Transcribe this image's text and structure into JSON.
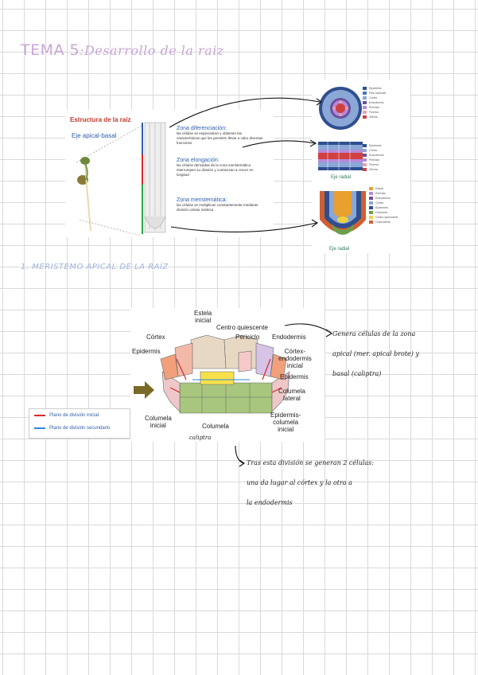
{
  "title": {
    "part1": "TEMA 5",
    "part2": ":Desarrollo de la raiz"
  },
  "section_heading": "1. MERISTEMO APICAL DE LA RAÍZ",
  "figure1": {
    "heading": "Estructura de la raíz",
    "axis_label": "Eje apical-basal",
    "zones": [
      {
        "title": "Zona diferenciación:",
        "text": "las células se especializan y obtienen las características que les permiten llevar a cabo diversas funciones"
      },
      {
        "title": "Zona elongación:",
        "text": "las células derivadas de la zona meristemática interrumpen su división y comienzan a crecer en longitud"
      },
      {
        "title": "Zona meristemática:",
        "text": "las células se multiplican constantemente mediante división celular mitótica"
      }
    ]
  },
  "figure2": {
    "legend_top": [
      {
        "label": "Epidermis",
        "color": "#2f4f8f"
      },
      {
        "label": "Pelo radicular",
        "color": "#4a78b8"
      },
      {
        "label": "Córtex",
        "color": "#8aa7d6"
      },
      {
        "label": "Endodermis",
        "color": "#6b4f9e"
      },
      {
        "label": "Periciclo",
        "color": "#b58ad6"
      },
      {
        "label": "Floema",
        "color": "#e8a0b0"
      },
      {
        "label": "Xilema",
        "color": "#d04040"
      }
    ],
    "legend_mid": [
      {
        "label": "Epidermis",
        "color": "#2f4f8f"
      },
      {
        "label": "Córtex",
        "color": "#8aa7d6"
      },
      {
        "label": "Endodermis",
        "color": "#6b4f9e"
      },
      {
        "label": "Periciclo",
        "color": "#b58ad6"
      },
      {
        "label": "Floema",
        "color": "#e8a0b0"
      },
      {
        "label": "Xilema",
        "color": "#d04040"
      }
    ],
    "legend_bottom": [
      {
        "label": "Estela",
        "color": "#e8a030"
      },
      {
        "label": "Periciclo",
        "color": "#b58ad6"
      },
      {
        "label": "Endodermis",
        "color": "#6b4f9e"
      },
      {
        "label": "Córtex",
        "color": "#8aa7d6"
      },
      {
        "label": "Epidermis",
        "color": "#2f4f8f"
      },
      {
        "label": "Columela",
        "color": "#6aa04a"
      },
      {
        "label": "Centro quiescente",
        "color": "#f0d040"
      },
      {
        "label": "Cofia lateral",
        "color": "#d06030"
      }
    ],
    "caption_radial": "Eje radial",
    "caption_bottom": "Eje radial"
  },
  "figure3": {
    "labels": {
      "estela": "Estela\ninicial",
      "centro": "Centro quiescente",
      "cortex": "Córtex",
      "periciclo": "Periciclo",
      "endodermis": "Endodermis",
      "epidermis_left": "Epidermis",
      "cortex_endo": "Córtex-\nendodermis\ninicial",
      "epidermis_right": "Epidermis",
      "columela_lateral": "Columela\nlateral",
      "columela_inicial": "Columela\ninicial",
      "columela": "Columela",
      "epi_columela": "Epidermis-\ncolumela\ninicial"
    },
    "colors": {
      "estela": "#e7d8c4",
      "centro": "#f7e14a",
      "cortex": "#f2b9a9",
      "endodermis": "#d6c3e6",
      "epidermis": "#f2a07a",
      "periciclo": "#f6c9c9",
      "columela": "#a8c67e",
      "columela_lateral": "#8db868",
      "cap": "#eec8c8",
      "arrow": "#7a6a28"
    }
  },
  "division_legend": {
    "items": [
      {
        "label": "Plano de división inicial",
        "color": "#d62828"
      },
      {
        "label": "Plano de división secundario",
        "color": "#2e86de"
      }
    ]
  },
  "handwriting": {
    "caliptra": "caliptra",
    "note1": [
      "Genera células de la zona",
      "apical (mer. apical brote) y",
      "basal (caliptra)"
    ],
    "note2": [
      "Tras esta división se generan 2 células:",
      "una da lugar al córtex y la otra a",
      "la endodermis"
    ]
  }
}
